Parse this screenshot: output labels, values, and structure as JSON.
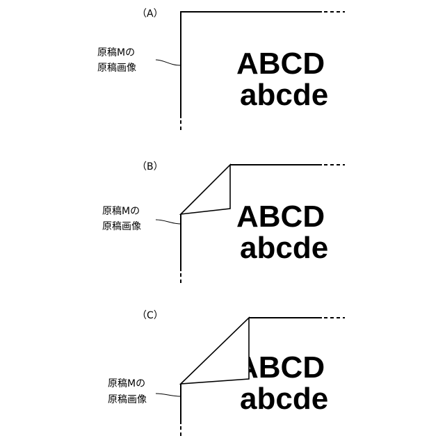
{
  "panels": [
    {
      "label": "（A）",
      "callout_line1": "原稿Mの",
      "callout_line2": "原稿画像",
      "text_line1": "ABCD",
      "text_line2": "abcde",
      "page_turn": "none"
    },
    {
      "label": "（B）",
      "callout_line1": "原稿Mの",
      "callout_line2": "原稿画像",
      "text_line1": "ABCD",
      "text_line2": "abcde",
      "page_turn": "small"
    },
    {
      "label": "（C）",
      "callout_line1": "原稿Mの",
      "callout_line2": "原稿画像",
      "text_line1": "ABCD",
      "text_line2": "abcde",
      "page_turn": "large"
    }
  ],
  "colors": {
    "line": "#000000",
    "background": "#ffffff"
  }
}
